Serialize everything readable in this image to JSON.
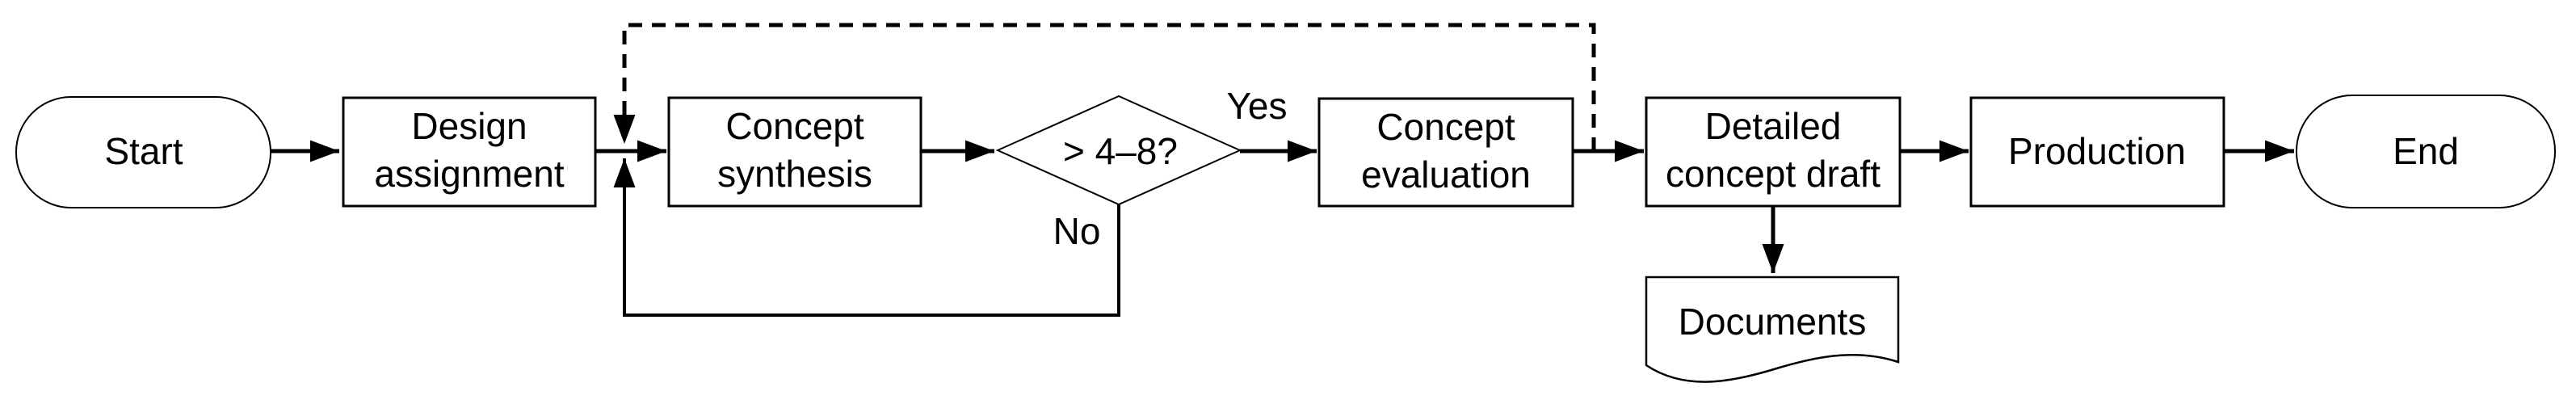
{
  "flowchart": {
    "background_color": "#ffffff",
    "line_color": "#000000",
    "nodes": {
      "start": {
        "type": "terminator",
        "label": "Start"
      },
      "design_assignment": {
        "type": "process",
        "lines": [
          "Design",
          "assignment"
        ]
      },
      "concept_synthesis": {
        "type": "process",
        "lines": [
          "Concept",
          "synthesis"
        ]
      },
      "decision": {
        "type": "decision",
        "label": "> 4–8?"
      },
      "concept_evaluation": {
        "type": "process",
        "lines": [
          "Concept",
          "evaluation"
        ]
      },
      "detailed_concept_draft": {
        "type": "process",
        "lines": [
          "Detailed",
          "concept draft"
        ]
      },
      "production": {
        "type": "process",
        "label": "Production"
      },
      "end": {
        "type": "terminator",
        "label": "End"
      },
      "documents": {
        "type": "document",
        "label": "Documents"
      }
    },
    "edges": [
      {
        "from": "start",
        "to": "design_assignment",
        "style": "solid"
      },
      {
        "from": "design_assignment",
        "to": "concept_synthesis",
        "style": "solid"
      },
      {
        "from": "concept_synthesis",
        "to": "decision",
        "style": "solid"
      },
      {
        "from": "decision",
        "to": "concept_evaluation",
        "style": "solid",
        "label": "Yes"
      },
      {
        "from": "decision",
        "to": "concept_synthesis",
        "style": "solid",
        "label": "No"
      },
      {
        "from": "concept_evaluation",
        "to": "detailed_concept_draft",
        "style": "solid"
      },
      {
        "from": "concept_evaluation",
        "to": "concept_synthesis",
        "style": "dashed"
      },
      {
        "from": "detailed_concept_draft",
        "to": "production",
        "style": "solid"
      },
      {
        "from": "detailed_concept_draft",
        "to": "documents",
        "style": "solid"
      },
      {
        "from": "production",
        "to": "end",
        "style": "solid"
      }
    ]
  }
}
